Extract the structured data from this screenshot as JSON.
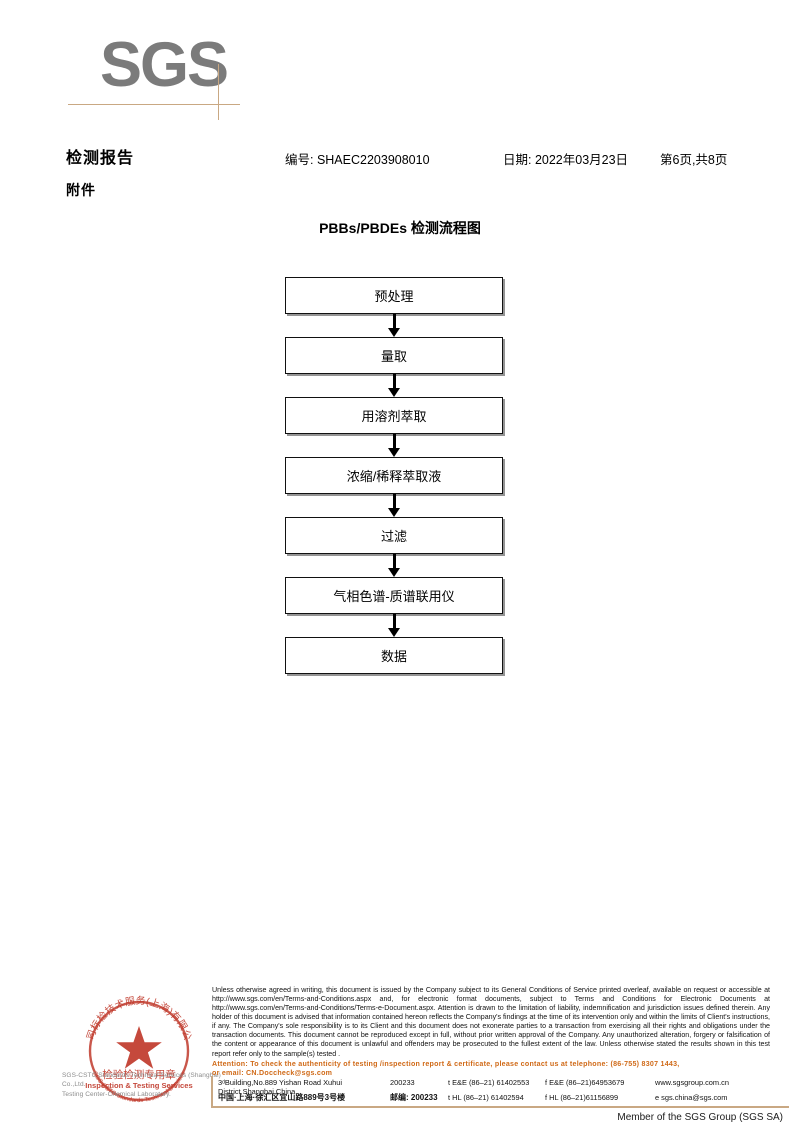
{
  "logo": {
    "text": "SGS"
  },
  "header": {
    "title": "检测报告",
    "subtitle": "附件",
    "report_no": "编号: SHAEC2203908010",
    "date": "日期: 2022年03月23日",
    "page": "第6页,共8页"
  },
  "flowchart": {
    "title": "PBBs/PBDEs 检测流程图",
    "steps": [
      {
        "label": "预处理"
      },
      {
        "label": "量取"
      },
      {
        "label": "用溶剂萃取"
      },
      {
        "label": "浓缩/稀释萃取液"
      },
      {
        "label": "过滤"
      },
      {
        "label": "气相色谱-质谱联用仪"
      },
      {
        "label": "数据"
      }
    ]
  },
  "seal": {
    "top_arc": "司标检技术服务(上海)有限公",
    "bottom_arc": "SGS-CSTC Standards Technical Services",
    "line1": "检验检测专用章",
    "line2": "Inspection & Testing Services",
    "color": "#c0392b"
  },
  "footer": {
    "company_lines": [
      "SGS-CSTC Standards Technical Services (Shanghai) Co.,Ltd.",
      "Testing Center-Chemical Laboratory."
    ],
    "legal_text": "Unless otherwise agreed in writing, this document is issued by the Company subject to its General Conditions of Service printed overleaf, available on request or accessible at http://www.sgs.com/en/Terms-and-Conditions.aspx and, for electronic format documents, subject to Terms and Conditions for Electronic Documents at http://www.sgs.com/en/Terms-and-Conditions/Terms-e-Document.aspx. Attention is drawn to the limitation of liability, indemnification and jurisdiction issues defined therein. Any holder of this document is advised that information contained hereon reflects the Company's findings at the time of its intervention only and within the limits of Client's instructions, if any. The Company's sole responsibility is to its Client and this document does not exonerate parties to a transaction from exercising all their rights and obligations under the transaction documents. This document cannot be reproduced except in full, without prior written approval of the Company. Any unauthorized alteration, forgery or falsification of the content or appearance of this document is unlawful and offenders may be prosecuted to the fullest extent of the law. Unless otherwise stated the results shown in this test report refer only to the sample(s) tested .",
    "attention_line1": "Attention: To check the authenticity of testing /inspection report & certificate, please contact us at telephone: (86-755) 8307 1443,",
    "attention_line2": "or email: CN.Doccheck@sgs.com",
    "address": {
      "en_address": "3ᵈBuilding,No.889 Yishan Road Xuhui District,Shanghai China",
      "en_zip": "200233",
      "cn_address": "中国·上海·徐汇区宜山路889号3号楼",
      "cn_zip": "邮编: 200233",
      "tel_ee": "t E&E (86–21) 61402553",
      "fax_ee": "f E&E (86–21)64953679",
      "tel_hl": "t HL (86–21) 61402594",
      "fax_hl": "f HL (86–21)61156899",
      "website": "www.sgsgroup.com.cn",
      "email": "e  sgs.china@sgs.com"
    },
    "member_line": "Member of the SGS Group (SGS SA)"
  }
}
